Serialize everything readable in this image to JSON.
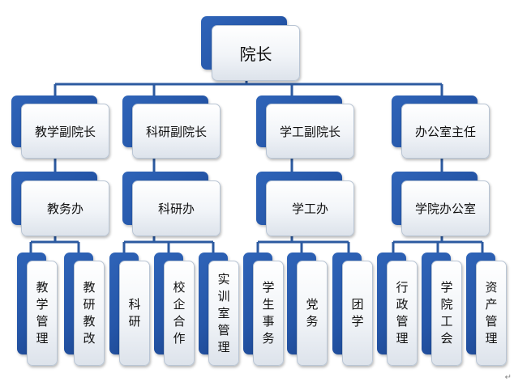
{
  "diagram": {
    "root": "院长",
    "level2": [
      "教学副院长",
      "科研副院长",
      "学工副院长",
      "办公室主任"
    ],
    "level3": [
      "教务办",
      "科研办",
      "学工办",
      "学院办公室"
    ],
    "level4": [
      "教学管理",
      "教研教改",
      "科研",
      "校企合作",
      "实训室管理",
      "学生事务",
      "党务",
      "团学",
      "行政管理",
      "学院工会",
      "资产管理"
    ],
    "paragraph_mark": "↵"
  },
  "colors": {
    "accent": "#2a5db0",
    "connector": "#2c5aa0",
    "box_fill": "#eef1f5"
  }
}
